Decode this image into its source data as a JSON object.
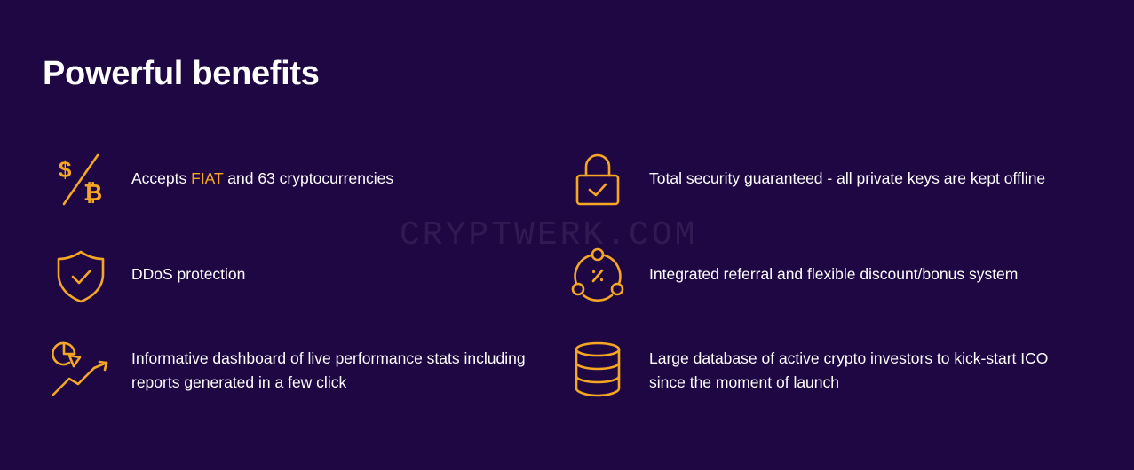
{
  "section": {
    "title": "Powerful benefits"
  },
  "watermark": "CRYPTWERK.COM",
  "colors": {
    "background": "#1f0744",
    "accent": "#f5a623",
    "text": "#ffffff"
  },
  "benefits": [
    {
      "icon": "dollar-bitcoin-icon",
      "text_before": "Accepts ",
      "highlight": "FIAT",
      "text_after": " and 63 cryptocurrencies"
    },
    {
      "icon": "padlock-check-icon",
      "line1": "Total security guaranteed - all private keys are kept offline"
    },
    {
      "icon": "shield-check-icon",
      "line1": "DDoS protection"
    },
    {
      "icon": "referral-percent-icon",
      "line1": "Integrated referral and flexible discount/bonus system"
    },
    {
      "icon": "dashboard-chart-icon",
      "line1": "Informative dashboard of live performance stats including",
      "line2": "reports generated in a few click"
    },
    {
      "icon": "database-icon",
      "line1": "Large database of active crypto investors to kick-start ICO",
      "line2": "since the moment of launch"
    }
  ]
}
